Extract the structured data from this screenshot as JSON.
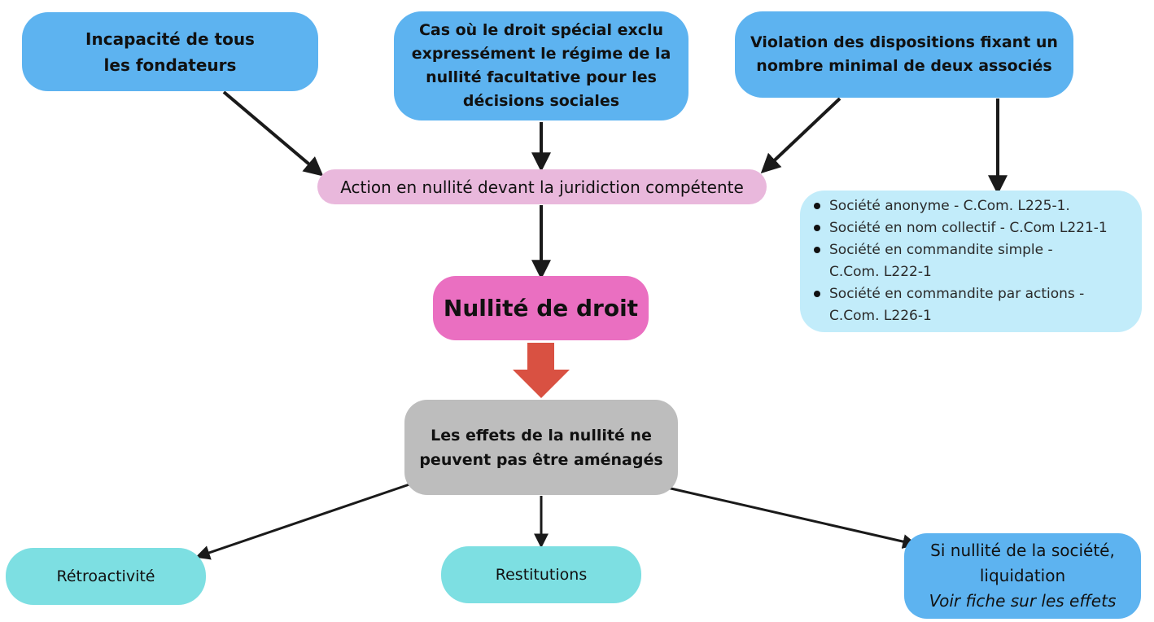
{
  "causes": {
    "incapacite": [
      "Incapacité de tous",
      "les fondateurs"
    ],
    "droit_special": [
      "Cas où le droit spécial exclu",
      "expressément le régime de la",
      "nullité facultative pour les",
      "décisions sociales"
    ],
    "violation": [
      "Violation des dispositions fixant un",
      "nombre minimal de deux associés"
    ]
  },
  "action": "Action en nullité devant la juridiction compétente",
  "nullite": "Nullité de droit",
  "effets": [
    "Les effets de la nullité ne",
    "peuvent pas être aménagés"
  ],
  "societes": [
    [
      "Société anonyme - C.Com. L225-1."
    ],
    [
      "Société en nom collectif - C.Com L221-1"
    ],
    [
      "Société en commandite simple -",
      "C.Com. L222-1"
    ],
    [
      "Société en commandite par actions -",
      "C.Com. L226-1"
    ]
  ],
  "outcomes": {
    "retroactivite": "Rétroactivité",
    "restitutions": "Restitutions",
    "liquidation": [
      "Si nullité de la société,",
      "liquidation"
    ],
    "liquidation_note": "Voir fiche sur les effets"
  },
  "colors": {
    "cause_blue": "#5db3f0",
    "action_pink": "#e9b8dc",
    "nullite_pink": "#ea6fc1",
    "effets_gray": "#bdbdbd",
    "outcome_teal": "#7ddfe2",
    "societes_light_blue": "#c2ecfa",
    "big_arrow_red": "#d95142",
    "connector": "#1a1a1a"
  }
}
